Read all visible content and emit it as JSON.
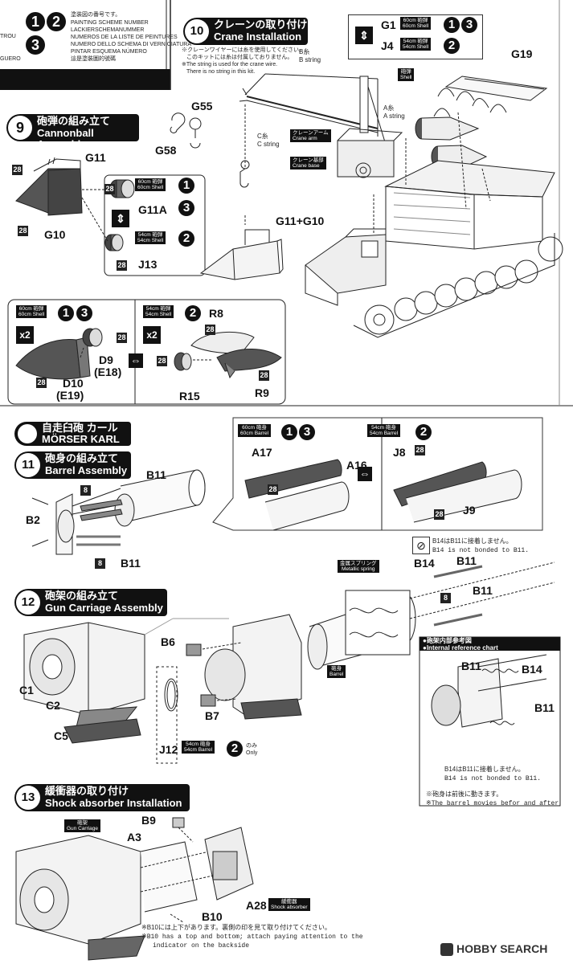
{
  "header": {
    "scheme_jp": "塗装図の番号です。",
    "scheme_lines": [
      "PAINTING SCHEME NUMBER",
      "LACKIERSCHEMANUMMER",
      "NUMEROS DE LA LISTE DE PEINTURES",
      "NUMERO DELLO SCHEMA DI VERNICIATURA",
      "PINTAR ESQUEMA NÚMERO",
      "這是塗裝圖的號碼"
    ],
    "scheme_numbers": [
      "1",
      "2",
      "3"
    ],
    "left_cut": [
      "TROU",
      "GUERO"
    ]
  },
  "step9": {
    "number": "9",
    "title_jp": "砲弾の組み立て",
    "title_en": "Cannonball Assembly",
    "labels": {
      "g11": "G11",
      "g10": "G10",
      "g11a": "G11A",
      "j13": "J13",
      "d9": "D9",
      "e18": "(E18)",
      "d10": "D10",
      "e19": "(E19)",
      "r8": "R8",
      "r9": "R9",
      "r15": "R15"
    },
    "tag60_jp": "60cm 砲弾",
    "tag60_en": "60cm Shell",
    "tag54_jp": "54cm 砲弾",
    "tag54_en": "54cm Shell",
    "paint": "28",
    "x2": "x2"
  },
  "step10": {
    "number": "10",
    "title_jp": "クレーンの取り付け",
    "title_en": "Crane Installation",
    "note1_jp": "※クレーンワイヤーには糸を使用してください。",
    "note1b_jp": "このキットには糸は付属しておりません。",
    "note2_en": "※The string is used for the crane wire.",
    "note2b_en": "There is no string in this kit.",
    "b_string_jp": "B糸",
    "b_string_en": "B string",
    "a_string_jp": "A糸",
    "a_string_en": "A string",
    "c_string_jp": "C糸",
    "c_string_en": "C string",
    "crane_arm_jp": "クレーンアーム",
    "crane_arm_en": "Crane arm",
    "crane_base_jp": "クレーン基部",
    "crane_base_en": "Crane base",
    "shell_jp": "砲弾",
    "shell_en": "Shell",
    "labels": {
      "g55": "G55",
      "g58": "G58",
      "g1": "G1",
      "j4": "J4",
      "g19": "G19",
      "g11g10": "G11+G10"
    }
  },
  "karl": {
    "jp": "自走臼砲 カール",
    "en": "MÖRSER KARL"
  },
  "step11": {
    "number": "11",
    "title_jp": "砲身の組み立て",
    "title_en": "Barrel Assembly",
    "labels": {
      "b11a": "B11",
      "b11b": "B11",
      "b2": "B2",
      "a17": "A17",
      "a16": "A16",
      "j8": "J8",
      "j9": "J9"
    },
    "tag60b_jp": "60cm 砲身",
    "tag60b_en": "60cm Barrel",
    "tag54b_jp": "54cm 砲身",
    "tag54b_en": "54cm Barrel",
    "paint8": "8",
    "paint28": "28"
  },
  "step12": {
    "number": "12",
    "title_jp": "砲架の組み立て",
    "title_en": "Gun Carriage Assembly",
    "spring_jp": "金属スプリング",
    "spring_en": "Metallic spring",
    "barrel_jp": "砲身",
    "barrel_en": "Barrel",
    "notbond_jp": "B14はB11に接着しません。",
    "notbond_en": "B14 is not bonded to B11.",
    "ref_jp": "●砲架内部参考図",
    "ref_en": "●Internal reference chart",
    "moves_jp": "※砲身は前後に動きます。",
    "moves_en": "※The barrel movies befor and after",
    "only_jp": "のみ",
    "only_en": "Only",
    "labels": {
      "b14": "B14",
      "b11": "B11",
      "b11b": "B11",
      "b6": "B6",
      "b7": "B7",
      "c1": "C1",
      "c2": "C2",
      "c5": "C5",
      "j12": "J12",
      "rb11": "B11",
      "rb14": "B14",
      "rb11b": "B11"
    }
  },
  "step13": {
    "number": "13",
    "title_jp": "緩衝器の取り付け",
    "title_en": "Shock absorber Installation",
    "carriage_jp": "砲架",
    "carriage_en": "Gun Carriage",
    "absorber_jp": "緩衝器",
    "absorber_en": "Shock absorber",
    "labels": {
      "b9": "B9",
      "a3": "A3",
      "a28": "A28",
      "b10": "B10"
    },
    "note_jp": "※B10には上下があります。裏側の印を見て取り付けてください。",
    "note_en1": "※B10 has a top and bottom; attach paying attention to the",
    "note_en2": "indicator on the backside"
  },
  "watermark": "HOBBY SEARCH"
}
